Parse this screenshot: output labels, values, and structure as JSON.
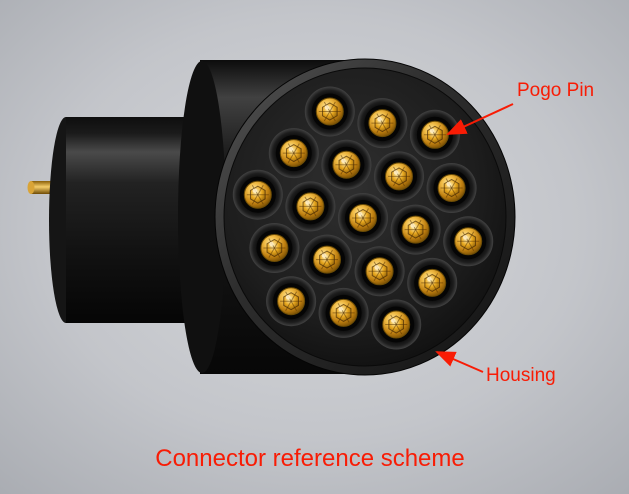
{
  "scene": {
    "caption": "Connector reference scheme",
    "labels": {
      "pogo_pin": "Pogo Pin",
      "housing": "Housing"
    },
    "colors": {
      "annotation": "#f81c05",
      "background": "#c4c6ca",
      "housing_black": "#1d1d1d",
      "pin_gold": "#d9a01b"
    },
    "connector": {
      "pin_count": 19
    }
  }
}
